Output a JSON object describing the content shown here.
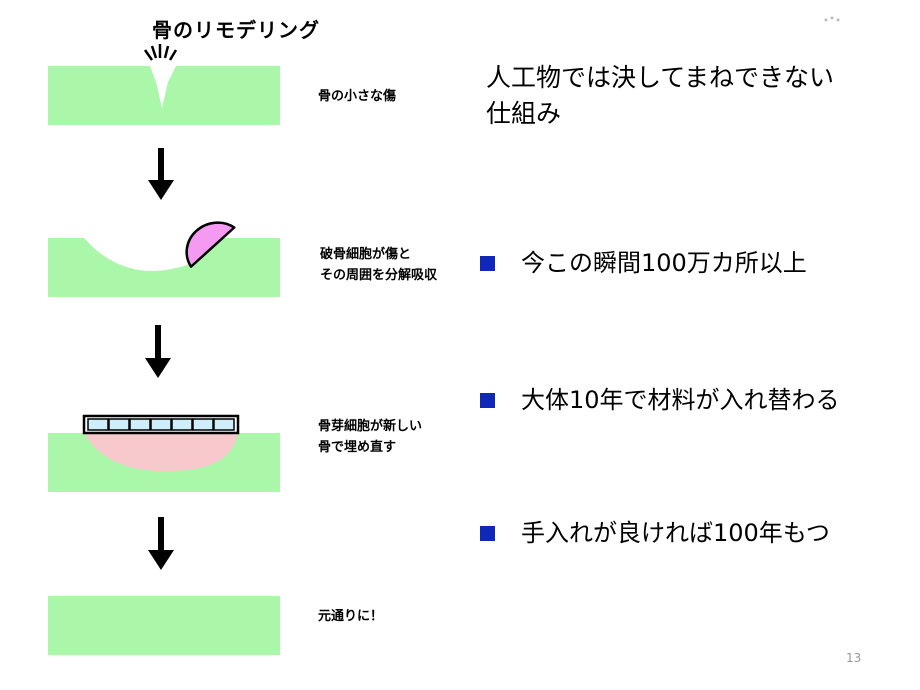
{
  "diagram": {
    "title": "骨のリモデリング",
    "steps": [
      {
        "label": "骨の小さな傷"
      },
      {
        "label_line1": "破骨細胞が傷と",
        "label_line2": "その周囲を分解吸収"
      },
      {
        "label_line1": "骨芽細胞が新しい",
        "label_line2": "骨で埋め直す"
      },
      {
        "label": "元通りに！"
      }
    ],
    "colors": {
      "bone": "#aaf7aa",
      "osteoclast": "#f59af2",
      "osteoblast": "#cdeefa",
      "new_bone": "#f7c8cc"
    }
  },
  "headline": {
    "line1": "人工物では決してまねできない",
    "line2": "仕組み"
  },
  "bullets": [
    "今この瞬間100万カ所以上",
    "大体10年で材料が入れ替わる",
    "手入れが良ければ100年もつ"
  ],
  "bullet_color": "#1028b8",
  "page_number": "13"
}
